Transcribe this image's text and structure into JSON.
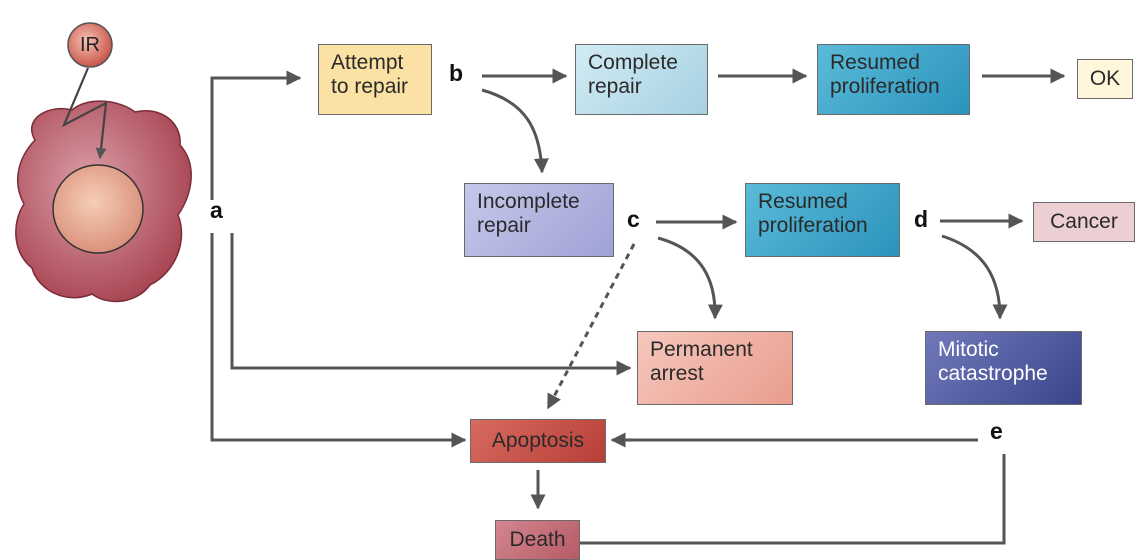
{
  "source": {
    "label": "IR"
  },
  "nodes": {
    "attempt_repair": "Attempt\nto repair",
    "complete_repair": "Complete\nrepair",
    "resumed_proliferation_1": "Resumed\nproliferation",
    "ok": "OK",
    "incomplete_repair": "Incomplete\nrepair",
    "resumed_proliferation_2": "Resumed\nproliferation",
    "cancer": "Cancer",
    "permanent_arrest": "Permanent\narrest",
    "mitotic_catastrophe": "Mitotic\ncatastrophe",
    "apoptosis": "Apoptosis",
    "death": "Death"
  },
  "branch_labels": {
    "a": "a",
    "b": "b",
    "c": "c",
    "d": "d",
    "e": "e"
  },
  "colors": {
    "arrow": "#555555",
    "attempt_repair": "#fbe2a4",
    "complete_repair": "#b9dce9",
    "resumed_proliferation": "#3ba8cc",
    "ok": "#fff6dc",
    "incomplete_repair": "#b3b5df",
    "cancer": "#eccfd2",
    "permanent_arrest": "#f2b5a8",
    "mitotic_catastrophe": "#545ea6",
    "apoptosis": "#cb5046",
    "death": "#c47079",
    "cell": "#a5404e",
    "nucleus": "#e6a88e",
    "ir_circle": "#d87265"
  }
}
